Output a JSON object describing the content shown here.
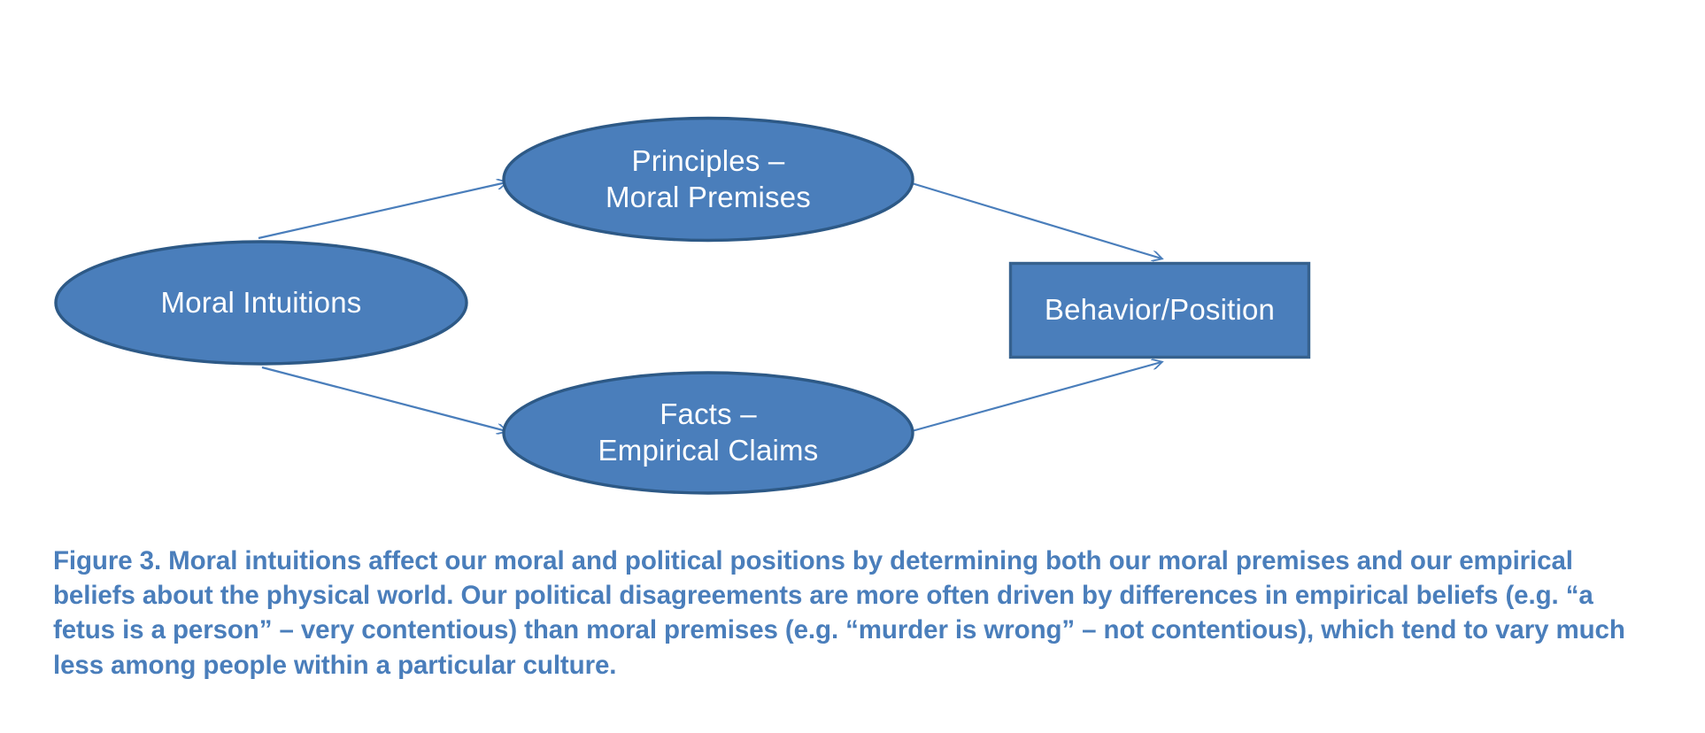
{
  "figure": {
    "background_color": "#ffffff",
    "node_fill_color": "#4a7ebb",
    "ellipse_border_color": "#2d5986",
    "rect_border_color": "#36618e",
    "arrow_color": "#4a7ebb",
    "caption_color": "#4a7ebb",
    "node_text_color": "#ffffff"
  },
  "diagram": {
    "nodes": [
      {
        "id": "moral-intuitions",
        "shape": "ellipse",
        "label": "Moral Intuitions",
        "line1": "Moral Intuitions",
        "line2": ""
      },
      {
        "id": "principles",
        "shape": "ellipse",
        "label": "Principles –\nMoral Premises",
        "line1": "Principles –",
        "line2": "Moral Premises"
      },
      {
        "id": "facts",
        "shape": "ellipse",
        "label": "Facts –\nEmpirical Claims",
        "line1": "Facts –",
        "line2": "Empirical Claims"
      },
      {
        "id": "behavior-position",
        "shape": "rectangle",
        "label": "Behavior/Position",
        "line1": "Behavior/Position",
        "line2": ""
      }
    ],
    "edges": [
      {
        "id": "edge-intuitions-to-principles",
        "from": "moral-intuitions",
        "to": "principles",
        "arrowhead": "open-v"
      },
      {
        "id": "edge-intuitions-to-facts",
        "from": "moral-intuitions",
        "to": "facts",
        "arrowhead": "open-v"
      },
      {
        "id": "edge-principles-to-behavior",
        "from": "principles",
        "to": "behavior-position",
        "arrowhead": "open-v"
      },
      {
        "id": "edge-facts-to-behavior",
        "from": "facts",
        "to": "behavior-position",
        "arrowhead": "open-v"
      }
    ]
  },
  "caption": {
    "text": "Figure 3. Moral intuitions affect our moral and political positions by determining both our moral premises and our empirical beliefs about the physical world. Our political disagreements are more often driven by differences in empirical beliefs (e.g. “a fetus is a person” – very contentious) than moral premises (e.g. “murder is wrong” – not contentious), which tend to vary much less among people within a particular culture."
  }
}
